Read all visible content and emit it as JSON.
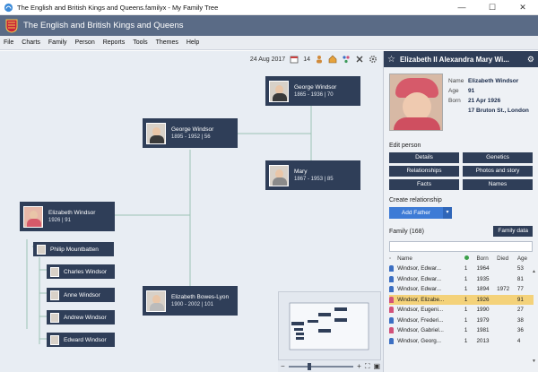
{
  "window": {
    "title": "The English and British Kings and Queens.familyx - My Family Tree",
    "minimize": "—",
    "maximize": "☐",
    "close": "✕"
  },
  "banner": {
    "title": "The English and British Kings and Queens"
  },
  "menu": [
    "File",
    "Charts",
    "Family",
    "Person",
    "Reports",
    "Tools",
    "Themes",
    "Help"
  ],
  "toolbar": {
    "date": "24 Aug 2017",
    "count": "14",
    "icons": [
      "calendar-icon",
      "home-icon",
      "tree-icon",
      "tools-icon",
      "settings-icon"
    ]
  },
  "tree": {
    "george_v": {
      "name": "George Windsor",
      "dates": "1865 - 1936 | 70"
    },
    "george_vi": {
      "name": "George Windsor",
      "dates": "1895 - 1952 | 56"
    },
    "mary": {
      "name": "Mary",
      "dates": "1867 - 1953 | 85"
    },
    "elizabeth": {
      "name": "Elizabeth Windsor",
      "dates": "1926 | 91"
    },
    "bowes_lyon": {
      "name": "Elizabeth Bowes-Lyon",
      "dates": "1900 - 2002 | 101"
    },
    "philip": {
      "name": "Philip Mountbatten"
    },
    "children": [
      "Charles Windsor",
      "Anne Windsor",
      "Andrew Windsor",
      "Edward Windsor"
    ]
  },
  "panel": {
    "person_name": "Elizabeth II Alexandra Mary Wi...",
    "facts": {
      "name_label": "Name",
      "name_value": "Elizabeth Windsor",
      "age_label": "Age",
      "age_value": "91",
      "born_label": "Born",
      "born_value": "21 Apr 1926",
      "place_value": "17 Bruton St., London"
    },
    "edit_label": "Edit person",
    "edit_buttons": [
      "Details",
      "Genetics",
      "Relationships",
      "Photos and story",
      "Facts",
      "Names"
    ],
    "create_label": "Create relationship",
    "add_father": "Add Father",
    "family_title": "Family (168)",
    "family_data_btn": "Family data",
    "search_placeholder": "",
    "columns": [
      "Name",
      "",
      "Born",
      "Died",
      "Age"
    ],
    "rows": [
      {
        "gender": "m",
        "name": "Windsor, Edwar...",
        "n": "1",
        "born": "1964",
        "died": "",
        "age": "53",
        "selected": false
      },
      {
        "gender": "m",
        "name": "Windsor, Edwar...",
        "n": "1",
        "born": "1935",
        "died": "",
        "age": "81",
        "selected": false
      },
      {
        "gender": "m",
        "name": "Windsor, Edwar...",
        "n": "1",
        "born": "1894",
        "died": "1972",
        "age": "77",
        "selected": false
      },
      {
        "gender": "f",
        "name": "Windsor, Elizabe...",
        "n": "1",
        "born": "1926",
        "died": "",
        "age": "91",
        "selected": true
      },
      {
        "gender": "f",
        "name": "Windsor, Eugeni...",
        "n": "1",
        "born": "1990",
        "died": "",
        "age": "27",
        "selected": false
      },
      {
        "gender": "m",
        "name": "Windsor, Frederi...",
        "n": "1",
        "born": "1979",
        "died": "",
        "age": "38",
        "selected": false
      },
      {
        "gender": "f",
        "name": "Windsor, Gabriel...",
        "n": "1",
        "born": "1981",
        "died": "",
        "age": "36",
        "selected": false
      },
      {
        "gender": "m",
        "name": "Windsor, Georg...",
        "n": "1",
        "born": "2013",
        "died": "",
        "age": "4",
        "selected": false
      }
    ]
  },
  "colors": {
    "banner": "#5a6b86",
    "card": "#2f3e58",
    "accent": "#3d7bd6",
    "selected_row": "#f4d27a"
  }
}
